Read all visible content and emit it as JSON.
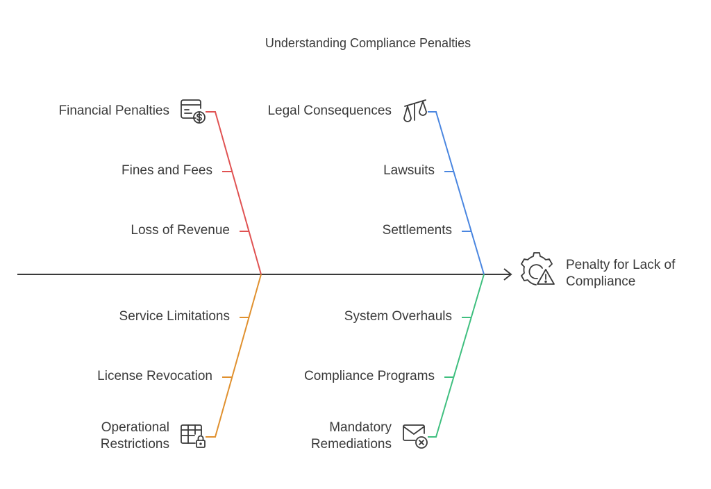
{
  "title": "Understanding Compliance Penalties",
  "head": {
    "line1": "Penalty for Lack of",
    "line2": "Compliance",
    "icon": "gear-warning-icon"
  },
  "colors": {
    "spine": "#3a3a3a",
    "financial": "#e05252",
    "legal": "#4a86e0",
    "operational": "#e0902e",
    "remediation": "#3fbf7f"
  },
  "branches": {
    "financial": {
      "label": "Financial Penalties",
      "icon": "credit-card-dollar-icon",
      "causes": [
        "Fines and Fees",
        "Loss of Revenue"
      ]
    },
    "legal": {
      "label": "Legal Consequences",
      "icon": "scales-icon",
      "causes": [
        "Lawsuits",
        "Settlements"
      ]
    },
    "operational": {
      "label_line1": "Operational",
      "label_line2": "Restrictions",
      "icon": "table-lock-icon",
      "causes": [
        "Service Limitations",
        "License Revocation"
      ]
    },
    "remediation": {
      "label_line1": "Mandatory",
      "label_line2": "Remediations",
      "icon": "mail-x-icon",
      "causes": [
        "System Overhauls",
        "Compliance Programs"
      ]
    }
  }
}
